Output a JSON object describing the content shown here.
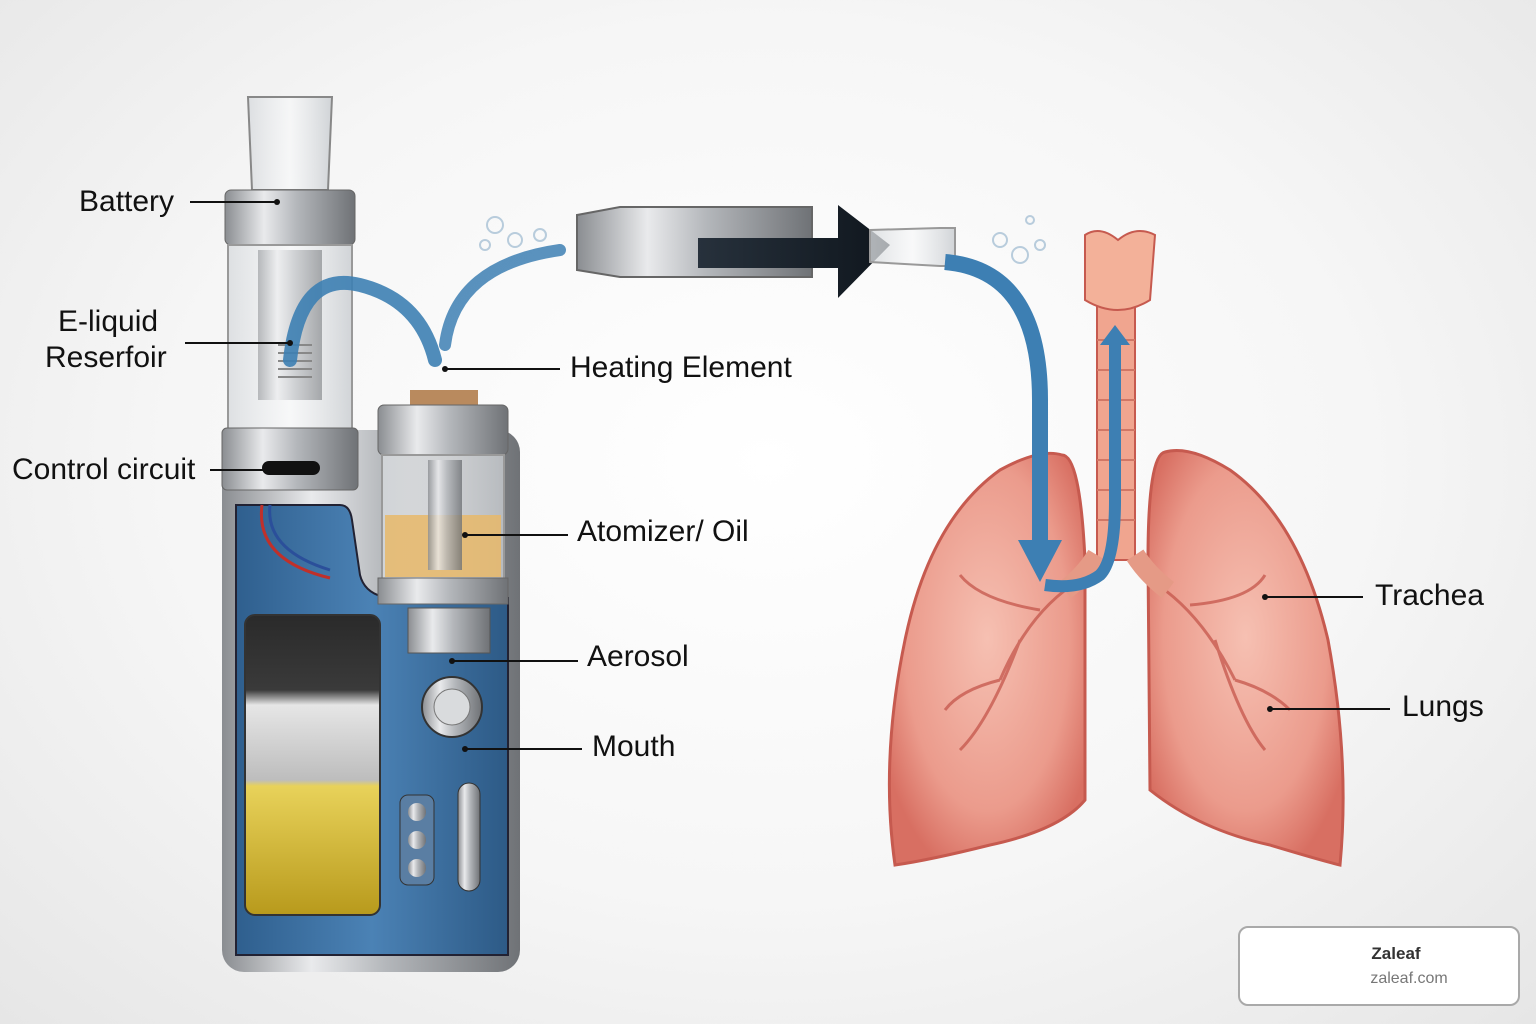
{
  "labels": {
    "battery": "Battery",
    "eliquid_line1": "E-liquid",
    "eliquid_line2": "Reserfoir",
    "control_circuit": "Control circuit",
    "heating_element": "Heating Element",
    "atomizer": "Atomizer/ Oil",
    "aerosol": "Aerosol",
    "mouth": "Mouth",
    "trachea": "Trachea",
    "lungs": "Lungs"
  },
  "watermark": {
    "name": "Zaleaf",
    "url": "zaleaf.com"
  },
  "colors": {
    "flow_arrow": "#3d7fb3",
    "device_body": "#3f72a3",
    "lung": "#e9968a",
    "trachea": "#f0a58f"
  }
}
